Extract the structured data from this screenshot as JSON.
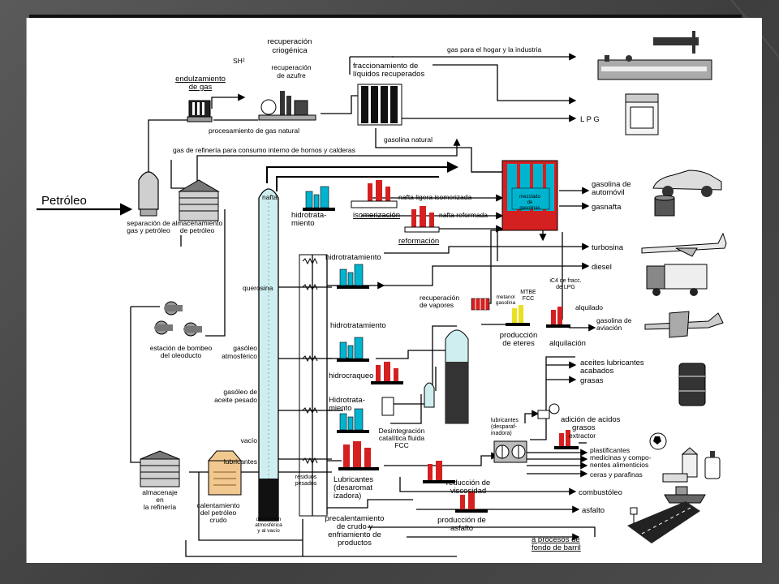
{
  "colors": {
    "accent_cyan": "#00b4d0",
    "accent_red": "#d42020",
    "pale_cyan": "#cfeef0",
    "tan": "#f0c890"
  },
  "labels": {
    "recuperacion_criogenica": [
      "recuperación",
      "criogénica"
    ],
    "sh2": "SH²",
    "recuperacion_azufre": [
      "recuperación",
      "de azufre"
    ],
    "fraccionamiento": [
      "fraccionamiento de",
      "líquidos recuperados"
    ],
    "gas_hogar_industria": "gas para el hogar y la industria",
    "endulzamiento": [
      "endulzamiento",
      "de gas"
    ],
    "procesamiento_gas_natural": "procesamiento de gas natural",
    "lpg": "L P G",
    "gasolina_natural": "gasolina natural",
    "gas_refineria": "gas de refinería para consumo interno de hornos y calderas",
    "petroleo": "Petróleo",
    "separacion_gas": [
      "separación de",
      "gas y petróleo"
    ],
    "almacenamiento_petroleo": [
      "almacenamiento",
      "de petróleo"
    ],
    "nafta": "nafta",
    "hidrotratamiento_1": [
      "hidrotrata-",
      "miento"
    ],
    "nafta_ligera": "nafta ligera isomerizada",
    "isomerizacion": "isomerización",
    "nafta_reformada": "nafta reformada",
    "reformacion": "reformación",
    "mezclado_gasolinas": [
      "mezclado",
      "de",
      "gasolinas"
    ],
    "gasolina_automovil": [
      "gasolina de",
      "automóvil"
    ],
    "gasnafta": "gasnafta",
    "turbosina": "turbosina",
    "diesel": "diesel",
    "hidrotratamiento_2": "hidrotratamiento",
    "querosina": "querosina",
    "recuperacion_vapores": [
      "recuperación",
      "de vapores"
    ],
    "metanol_gasolina": [
      "metanol",
      "gasolina"
    ],
    "mtbe_fcc": [
      "MTBE",
      "FCC"
    ],
    "ic4_lpg": [
      "iC4 de fracc.",
      "de LPG"
    ],
    "alquilado": "alquilado",
    "produccion_eteres": [
      "producción",
      "de eteres"
    ],
    "alquilacion": "alquilación",
    "gasolina_aviacion": [
      "gasolina de",
      "aviación"
    ],
    "estacion_bombeo": [
      "estación de bombeo",
      "del oleoducto"
    ],
    "hidrotratamiento_3": "hidrotratamiento",
    "gasoleo_atmosferico": [
      "gasóleo",
      "atmosférico"
    ],
    "hidrocraqueo": "hidrocraqueo",
    "aceites_lubricantes": [
      "aceites lubricantes",
      "acabados"
    ],
    "grasas": "grasas",
    "gasoleo_aceite_pesado": [
      "gasóleo de",
      "aceite pesado"
    ],
    "hidrotratamiento_4": [
      "Hidrotrata-",
      "miento"
    ],
    "desintegracion": [
      "Desintegración",
      "catalítica fluida",
      "FCC"
    ],
    "lubricantes_desparafinadora": [
      "lubricantes",
      "(desparaf-",
      "inadora)"
    ],
    "adicion_acidos": [
      "adición de acidos",
      "grasos"
    ],
    "extractor": "extractor",
    "vacio": "vacío",
    "plastificantes": [
      "plastificantes",
      "medicinas y compo-",
      "nentes alimenticios"
    ],
    "lubricantes": "lubricantes",
    "ceras_parafinas": "ceras y parafinas",
    "residuos_pesados": [
      "residuos",
      "pesados"
    ],
    "lubricantes_desaromat": [
      "Lubricantes",
      "(desaromat",
      "izadora)"
    ],
    "reduccion_viscosidad": [
      "reducción de",
      "viscosidad"
    ],
    "combustoleo": "combustóleo",
    "almacenaje_refineria": [
      "almacenaje",
      "en",
      "la refinería"
    ],
    "calentamiento_petroleo": [
      "calentamiento",
      "del petróleo",
      "crudo"
    ],
    "destilacion": [
      "destilación",
      "atmosférica",
      "y al vacío"
    ],
    "precalentamiento": [
      "precalentamiento",
      "de crudo y",
      "enfriamiento de",
      "productos"
    ],
    "produccion_asfalto": [
      "producción de",
      "asfalto"
    ],
    "asfalto": "asfalto",
    "procesos_fondo_barril": [
      "a procesos de",
      "fondo de barril"
    ]
  }
}
